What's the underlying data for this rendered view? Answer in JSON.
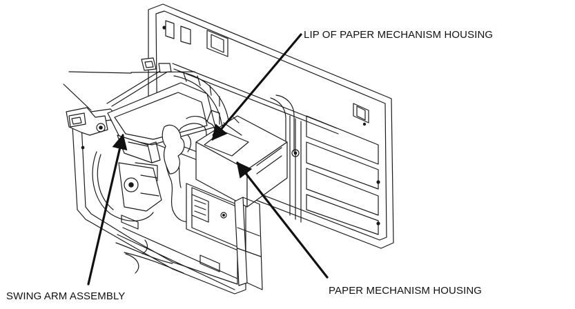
{
  "labels": {
    "lip": "LIP OF PAPER MECHANISM HOUSING",
    "swing_arm": "SWING ARM ASSEMBLY",
    "housing": "PAPER MECHANISM HOUSING"
  },
  "colors": {
    "line": "#1a1a1a",
    "arrow": "#111111",
    "background": "#ffffff"
  }
}
